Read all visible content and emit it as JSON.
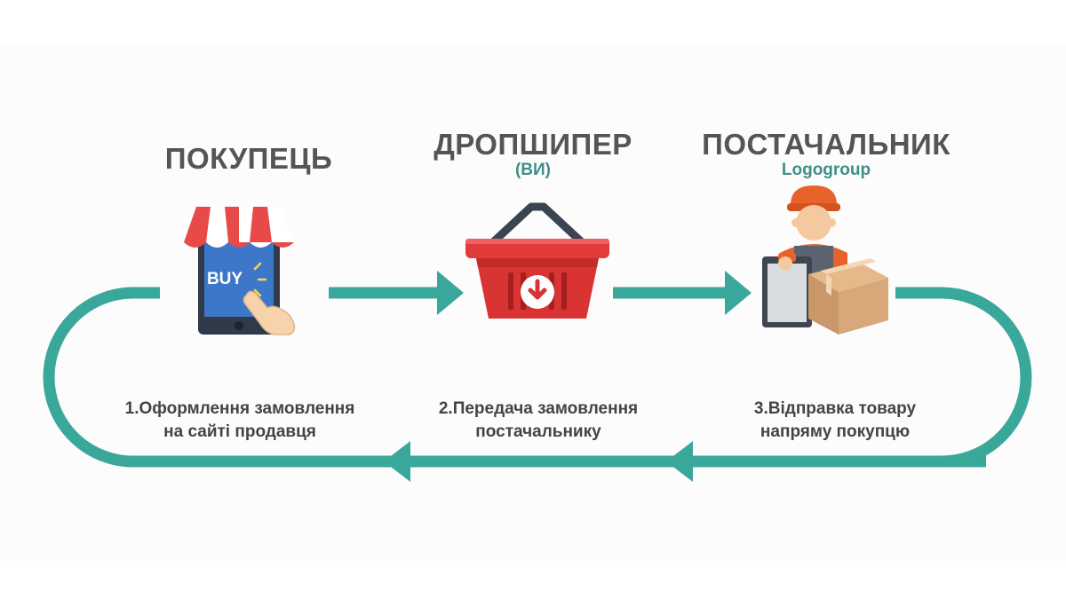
{
  "roles": {
    "buyer": {
      "title": "ПОКУПЕЦЬ"
    },
    "dropshipper": {
      "title": "ДРОПШИПЕР",
      "subtitle": "(ВИ)"
    },
    "supplier": {
      "title": "ПОСТАЧАЛЬНИК",
      "subtitle": "Logogroup"
    }
  },
  "icons": {
    "buyer": "phone-shop-icon",
    "dropshipper": "shopping-basket-icon",
    "supplier": "delivery-man-icon",
    "buy_label": "BUY"
  },
  "steps": [
    {
      "line1": "1.Оформлення замовлення",
      "line2": "на сайті продавця"
    },
    {
      "line1": "2.Передача замовлення",
      "line2": "постачальнику"
    },
    {
      "line1": "3.Відправка товару",
      "line2": "напряму покупцю"
    }
  ],
  "colors": {
    "flow": "#3aa79b",
    "title": "#555555",
    "subtitle": "#3f8f88",
    "basket": "#e23b3b",
    "awning_red": "#e84949"
  }
}
